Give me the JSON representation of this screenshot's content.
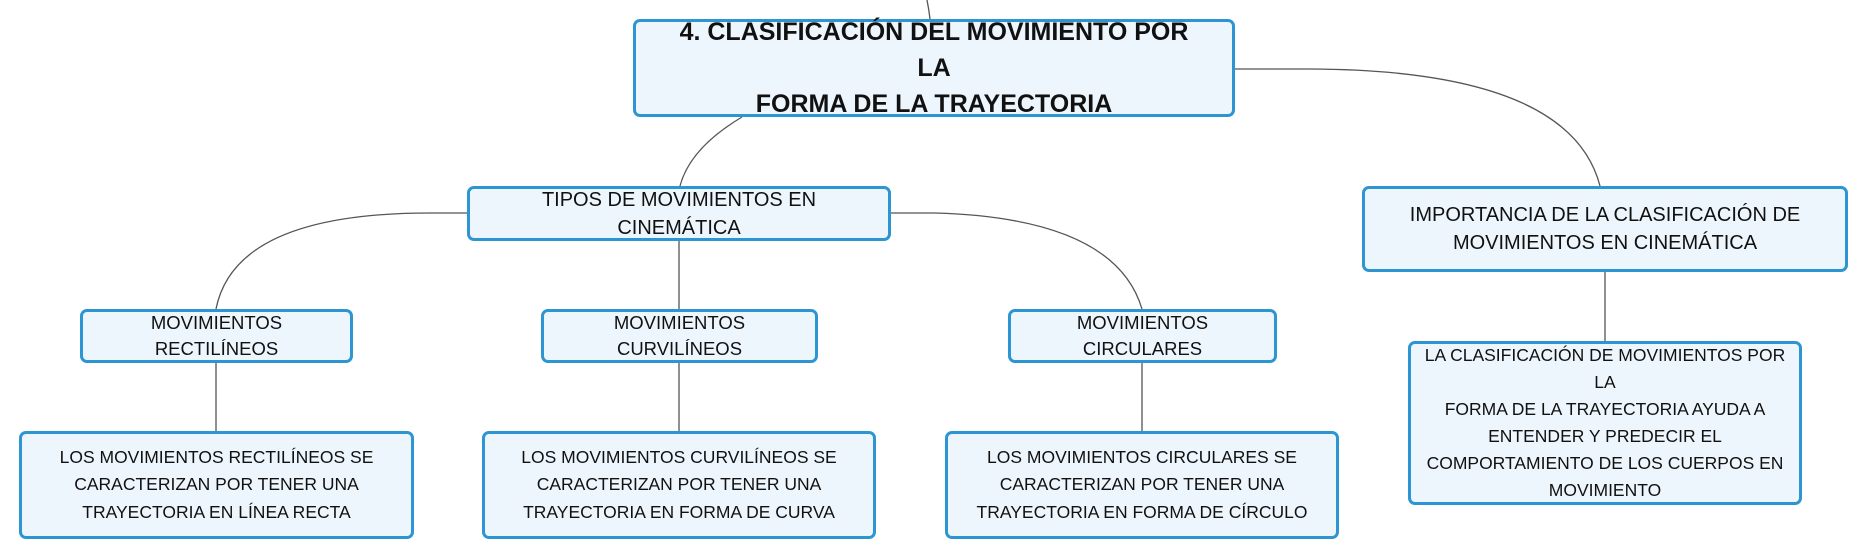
{
  "map": {
    "root": {
      "line1": "4. CLASIFICACIÓN DEL MOVIMIENTO POR LA",
      "line2": "FORMA DE LA TRAYECTORIA"
    },
    "tipos": {
      "label": "TIPOS DE MOVIMIENTOS EN CINEMÁTICA"
    },
    "importancia": {
      "line1": "IMPORTANCIA DE LA CLASIFICACIÓN DE",
      "line2": "MOVIMIENTOS EN CINEMÁTICA",
      "detail": {
        "line1": "LA CLASIFICACIÓN DE MOVIMIENTOS POR LA",
        "line2": "FORMA DE LA TRAYECTORIA AYUDA A",
        "line3": "ENTENDER Y PREDECIR EL",
        "line4": "COMPORTAMIENTO DE LOS CUERPOS EN",
        "line5": "MOVIMIENTO"
      }
    },
    "rectilineos": {
      "label": "MOVIMIENTOS RECTILÍNEOS",
      "detail": {
        "line1": "LOS MOVIMIENTOS RECTILÍNEOS SE",
        "line2": "CARACTERIZAN POR TENER UNA",
        "line3": "TRAYECTORIA EN LÍNEA RECTA"
      }
    },
    "curvilineos": {
      "label": "MOVIMIENTOS CURVILÍNEOS",
      "detail": {
        "line1": "LOS MOVIMIENTOS CURVILÍNEOS SE",
        "line2": "CARACTERIZAN POR TENER UNA",
        "line3": "TRAYECTORIA EN FORMA DE CURVA"
      }
    },
    "circulares": {
      "label": "MOVIMIENTOS CIRCULARES",
      "detail": {
        "line1": "LOS MOVIMIENTOS CIRCULARES SE",
        "line2": "CARACTERIZAN POR TENER UNA",
        "line3": "TRAYECTORIA EN FORMA DE CÍRCULO"
      }
    }
  },
  "colors": {
    "node_border": "#2e95d3",
    "node_fill": "#eef6fd",
    "connector": "#555555",
    "text": "#111111"
  }
}
